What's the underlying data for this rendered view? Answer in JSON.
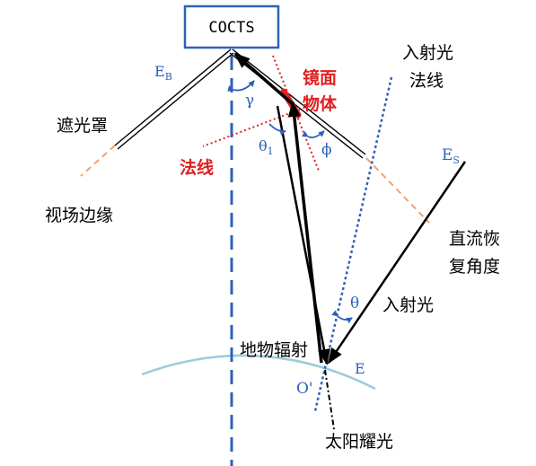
{
  "diagram": {
    "instrument_label": "COCTS",
    "labels": {
      "eb": "E",
      "eb_sub": "B",
      "es": "E",
      "es_sub": "S",
      "e": "E",
      "o_prime": "O'",
      "gamma": "γ",
      "theta1": "θ",
      "theta1_sub": "1",
      "phi": "ϕ",
      "theta": "θ",
      "shade": "遮光罩",
      "fov_edge": "视场边缘",
      "mirror_line1": "镜面",
      "mirror_line2": "物体",
      "normal_red": "法线",
      "incident_top": "入射光",
      "normal_top": "法线",
      "dc_line1": "直流恢",
      "dc_line2": "复角度",
      "incident_right": "入射光",
      "ground_radiation": "地物辐射",
      "sun_glint": "太阳耀光"
    },
    "colors": {
      "blue": "#2e62b8",
      "red": "#e02020",
      "orange": "#f2a36c",
      "earth": "#9ccbdc",
      "black": "#000000"
    }
  }
}
